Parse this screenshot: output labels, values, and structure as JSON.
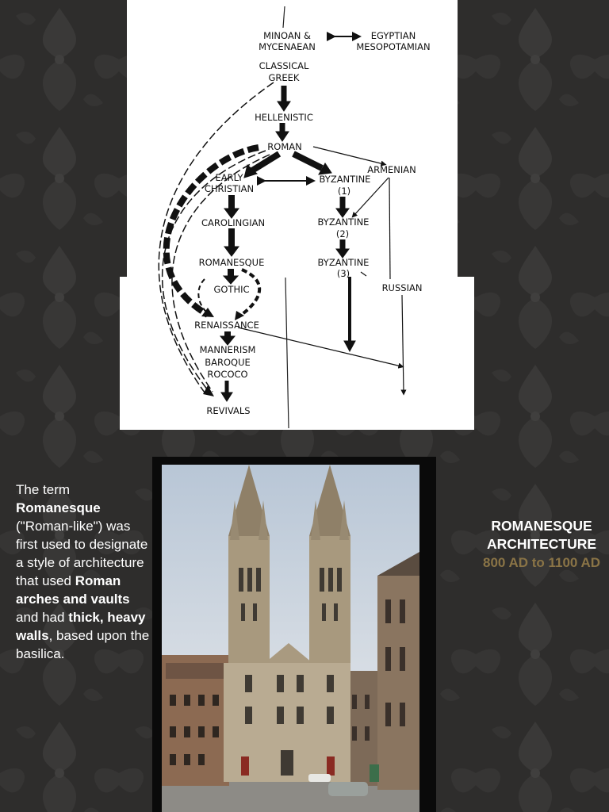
{
  "diagram": {
    "nodes": {
      "minoan": [
        "MINOAN &",
        "MYCENAEAN"
      ],
      "egyptian": [
        "EGYPTIAN",
        "MESOPOTAMIAN"
      ],
      "classical": [
        "CLASSICAL",
        "GREEK"
      ],
      "hellenistic": "HELLENISTIC",
      "roman": "ROMAN",
      "armenian": "ARMENIAN",
      "early_christian": [
        "EARLY",
        "CHRISTIAN"
      ],
      "byzantine1": [
        "BYZANTINE",
        "(1)"
      ],
      "carolingian": "CAROLINGIAN",
      "byzantine2": [
        "BYZANTINE",
        "(2)"
      ],
      "romanesque": "ROMANESQUE",
      "byzantine3": [
        "BYZANTINE",
        "(3)"
      ],
      "gothic": "GOTHIC",
      "russian": "RUSSIAN",
      "renaissance": "RENAISSANCE",
      "mannerism": [
        "MANNERISM",
        "BAROQUE",
        "ROCOCO"
      ],
      "revivals": "REVIVALS"
    }
  },
  "text": {
    "p1": "The term",
    "p2": "Romanesque",
    "p3": "(\"Roman-like\") was first used to designate a style of architecture that used",
    "p4": "Roman arches and vaults",
    "p5": "and had",
    "p6": "thick, heavy walls",
    "p7": ", based upon the basilica."
  },
  "title": {
    "line1": "ROMANESQUE",
    "line2": "ARCHITECTURE",
    "dates": "800 AD to 1100 AD"
  },
  "colors": {
    "background": "#2f2e2d",
    "title_dates": "#8a7446"
  }
}
